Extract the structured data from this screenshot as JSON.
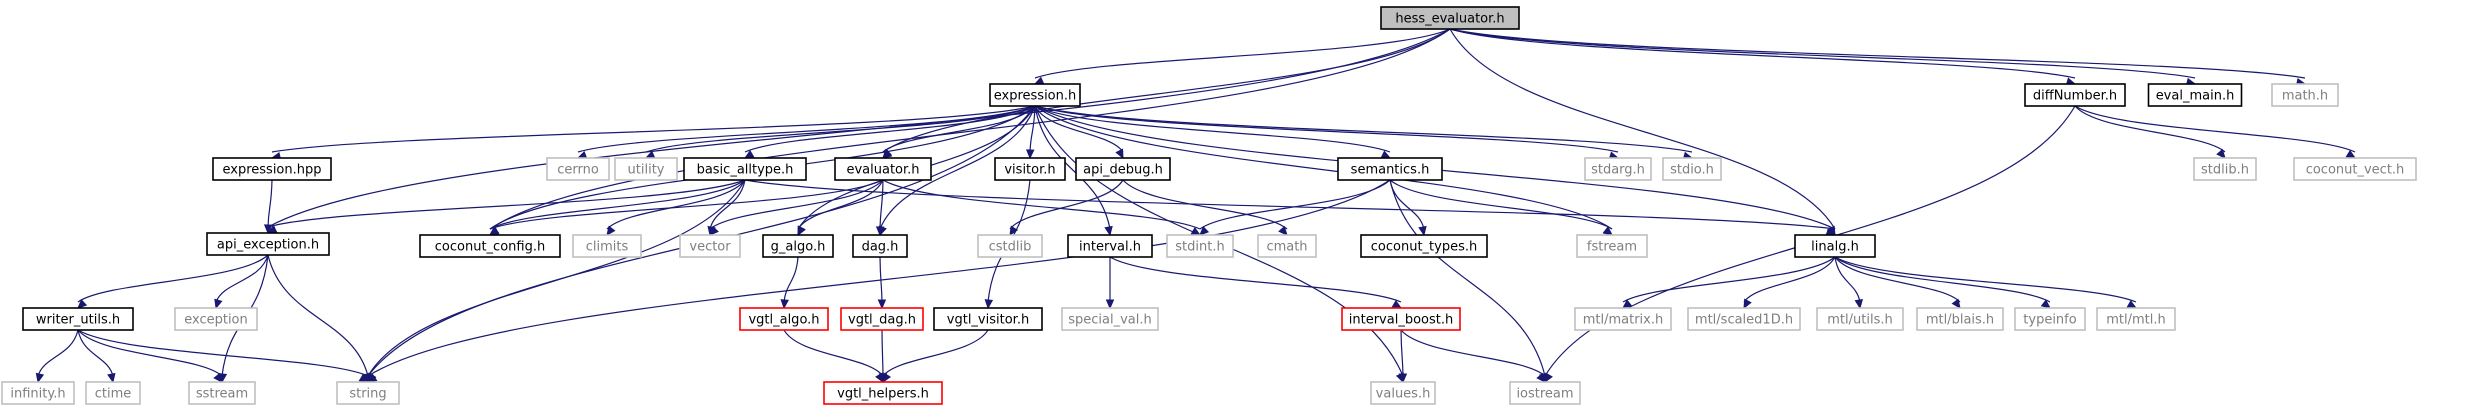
{
  "diagram": {
    "type": "include-dependency-graph",
    "colors": {
      "edge": "#191970",
      "focus_fill": "#bfbfbf",
      "normal_border": "#000000",
      "external_border": "#bfbfbf",
      "external_text": "#7f7f7f",
      "undocumented_border": "#ff0000",
      "node_fill": "#ffffff",
      "text": "#000000"
    },
    "nodes": [
      {
        "id": "hess_evaluator",
        "label": "hess_evaluator.h",
        "kind": "focus"
      },
      {
        "id": "expression_h",
        "label": "expression.h",
        "kind": "normal"
      },
      {
        "id": "diffNumber",
        "label": "diffNumber.h",
        "kind": "normal"
      },
      {
        "id": "eval_main",
        "label": "eval_main.h",
        "kind": "normal"
      },
      {
        "id": "math_h",
        "label": "math.h",
        "kind": "external"
      },
      {
        "id": "expression_hpp",
        "label": "expression.hpp",
        "kind": "normal"
      },
      {
        "id": "cerrno",
        "label": "cerrno",
        "kind": "external"
      },
      {
        "id": "utility",
        "label": "utility",
        "kind": "external"
      },
      {
        "id": "basic_alltype",
        "label": "basic_alltype.h",
        "kind": "normal"
      },
      {
        "id": "evaluator",
        "label": "evaluator.h",
        "kind": "normal"
      },
      {
        "id": "visitor",
        "label": "visitor.h",
        "kind": "normal"
      },
      {
        "id": "api_debug",
        "label": "api_debug.h",
        "kind": "normal"
      },
      {
        "id": "semantics",
        "label": "semantics.h",
        "kind": "normal"
      },
      {
        "id": "stdarg",
        "label": "stdarg.h",
        "kind": "external"
      },
      {
        "id": "stdio",
        "label": "stdio.h",
        "kind": "external"
      },
      {
        "id": "stdlib",
        "label": "stdlib.h",
        "kind": "external"
      },
      {
        "id": "coconut_vect",
        "label": "coconut_vect.h",
        "kind": "external"
      },
      {
        "id": "api_exception",
        "label": "api_exception.h",
        "kind": "normal"
      },
      {
        "id": "coconut_config",
        "label": "coconut_config.h",
        "kind": "normal"
      },
      {
        "id": "climits",
        "label": "climits",
        "kind": "external"
      },
      {
        "id": "vector",
        "label": "vector",
        "kind": "external"
      },
      {
        "id": "g_algo",
        "label": "g_algo.h",
        "kind": "normal"
      },
      {
        "id": "dag",
        "label": "dag.h",
        "kind": "normal"
      },
      {
        "id": "cstdlib",
        "label": "cstdlib",
        "kind": "external"
      },
      {
        "id": "interval",
        "label": "interval.h",
        "kind": "normal"
      },
      {
        "id": "stdint",
        "label": "stdint.h",
        "kind": "external"
      },
      {
        "id": "cmath",
        "label": "cmath",
        "kind": "external"
      },
      {
        "id": "coconut_types",
        "label": "coconut_types.h",
        "kind": "normal"
      },
      {
        "id": "fstream",
        "label": "fstream",
        "kind": "external"
      },
      {
        "id": "linalg",
        "label": "linalg.h",
        "kind": "normal"
      },
      {
        "id": "writer_utils",
        "label": "writer_utils.h",
        "kind": "normal"
      },
      {
        "id": "exception",
        "label": "exception",
        "kind": "external"
      },
      {
        "id": "vgtl_algo",
        "label": "vgtl_algo.h",
        "kind": "undocumented"
      },
      {
        "id": "vgtl_dag",
        "label": "vgtl_dag.h",
        "kind": "undocumented"
      },
      {
        "id": "vgtl_visitor",
        "label": "vgtl_visitor.h",
        "kind": "normal"
      },
      {
        "id": "special_val",
        "label": "special_val.h",
        "kind": "external"
      },
      {
        "id": "interval_boost",
        "label": "interval_boost.h",
        "kind": "undocumented"
      },
      {
        "id": "mtl_matrix",
        "label": "mtl/matrix.h",
        "kind": "external"
      },
      {
        "id": "mtl_scaled1D",
        "label": "mtl/scaled1D.h",
        "kind": "external"
      },
      {
        "id": "mtl_utils",
        "label": "mtl/utils.h",
        "kind": "external"
      },
      {
        "id": "mtl_blais",
        "label": "mtl/blais.h",
        "kind": "external"
      },
      {
        "id": "typeinfo",
        "label": "typeinfo",
        "kind": "external"
      },
      {
        "id": "mtl_mtl",
        "label": "mtl/mtl.h",
        "kind": "external"
      },
      {
        "id": "infinity",
        "label": "infinity.h",
        "kind": "external"
      },
      {
        "id": "ctime",
        "label": "ctime",
        "kind": "external"
      },
      {
        "id": "sstream",
        "label": "sstream",
        "kind": "external"
      },
      {
        "id": "string",
        "label": "string",
        "kind": "external"
      },
      {
        "id": "vgtl_helpers",
        "label": "vgtl_helpers.h",
        "kind": "undocumented"
      },
      {
        "id": "values",
        "label": "values.h",
        "kind": "external"
      },
      {
        "id": "iostream",
        "label": "iostream",
        "kind": "external"
      }
    ],
    "edges": [
      [
        "hess_evaluator",
        "expression_h"
      ],
      [
        "hess_evaluator",
        "diffNumber"
      ],
      [
        "hess_evaluator",
        "eval_main"
      ],
      [
        "hess_evaluator",
        "math_h"
      ],
      [
        "hess_evaluator",
        "api_exception"
      ],
      [
        "hess_evaluator",
        "evaluator"
      ],
      [
        "hess_evaluator",
        "coconut_config"
      ],
      [
        "hess_evaluator",
        "linalg"
      ],
      [
        "expression_h",
        "expression_hpp"
      ],
      [
        "expression_h",
        "cerrno"
      ],
      [
        "expression_h",
        "utility"
      ],
      [
        "expression_h",
        "basic_alltype"
      ],
      [
        "expression_h",
        "evaluator"
      ],
      [
        "expression_h",
        "visitor"
      ],
      [
        "expression_h",
        "api_debug"
      ],
      [
        "expression_h",
        "semantics"
      ],
      [
        "expression_h",
        "stdarg"
      ],
      [
        "expression_h",
        "stdio"
      ],
      [
        "expression_h",
        "coconut_config"
      ],
      [
        "expression_h",
        "string"
      ],
      [
        "expression_h",
        "g_algo"
      ],
      [
        "expression_h",
        "dag"
      ],
      [
        "expression_h",
        "interval"
      ],
      [
        "expression_h",
        "fstream"
      ],
      [
        "expression_h",
        "linalg"
      ],
      [
        "expression_h",
        "values"
      ],
      [
        "diffNumber",
        "stdlib"
      ],
      [
        "diffNumber",
        "coconut_vect"
      ],
      [
        "diffNumber",
        "iostream"
      ],
      [
        "expression_hpp",
        "api_exception"
      ],
      [
        "basic_alltype",
        "api_exception"
      ],
      [
        "basic_alltype",
        "coconut_config"
      ],
      [
        "basic_alltype",
        "climits"
      ],
      [
        "basic_alltype",
        "vector"
      ],
      [
        "basic_alltype",
        "linalg"
      ],
      [
        "basic_alltype",
        "string"
      ],
      [
        "evaluator",
        "coconut_config"
      ],
      [
        "evaluator",
        "vector"
      ],
      [
        "evaluator",
        "g_algo"
      ],
      [
        "evaluator",
        "dag"
      ],
      [
        "evaluator",
        "stdint"
      ],
      [
        "visitor",
        "vgtl_visitor"
      ],
      [
        "api_debug",
        "cstdlib"
      ],
      [
        "api_debug",
        "cmath"
      ],
      [
        "semantics",
        "stdint"
      ],
      [
        "semantics",
        "coconut_types"
      ],
      [
        "semantics",
        "fstream"
      ],
      [
        "semantics",
        "iostream"
      ],
      [
        "semantics",
        "string"
      ],
      [
        "api_exception",
        "writer_utils"
      ],
      [
        "api_exception",
        "exception"
      ],
      [
        "api_exception",
        "sstream"
      ],
      [
        "api_exception",
        "string"
      ],
      [
        "g_algo",
        "vgtl_algo"
      ],
      [
        "dag",
        "vgtl_dag"
      ],
      [
        "interval",
        "special_val"
      ],
      [
        "interval",
        "interval_boost"
      ],
      [
        "linalg",
        "mtl_matrix"
      ],
      [
        "linalg",
        "mtl_scaled1D"
      ],
      [
        "linalg",
        "mtl_utils"
      ],
      [
        "linalg",
        "mtl_blais"
      ],
      [
        "linalg",
        "typeinfo"
      ],
      [
        "linalg",
        "mtl_mtl"
      ],
      [
        "writer_utils",
        "infinity"
      ],
      [
        "writer_utils",
        "ctime"
      ],
      [
        "writer_utils",
        "sstream"
      ],
      [
        "writer_utils",
        "string"
      ],
      [
        "vgtl_algo",
        "vgtl_helpers"
      ],
      [
        "vgtl_dag",
        "vgtl_helpers"
      ],
      [
        "vgtl_visitor",
        "vgtl_helpers"
      ],
      [
        "interval_boost",
        "values"
      ],
      [
        "interval_boost",
        "iostream"
      ]
    ]
  }
}
